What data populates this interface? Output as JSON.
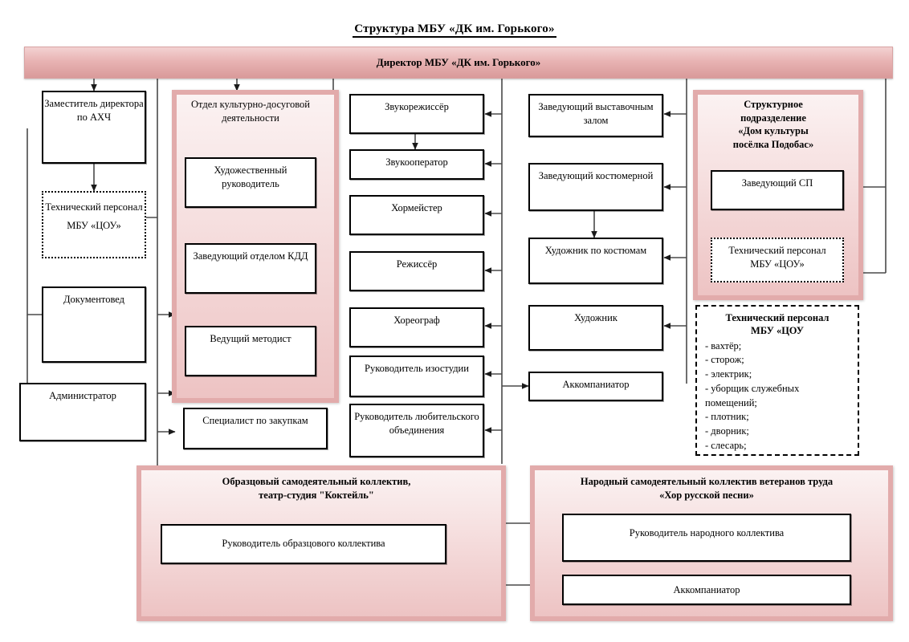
{
  "title": "Структура МБУ «ДК им. Горького»",
  "director_bar": {
    "label": "Директор МБУ «ДК им. Горького»"
  },
  "left_column": [
    {
      "label": "Заместитель директора по АХЧ"
    },
    {
      "label": "Технический персонал\n\nМБУ «ЦОУ»"
    },
    {
      "label": "Документовед"
    },
    {
      "label": "Администратор"
    },
    {
      "label": "Специалист по закупкам"
    }
  ],
  "left_boxes": {
    "deputy_director": "Заместитель директора по АХЧ",
    "technical_staff": "Технический персонал",
    "technical_staff_org": "МБУ «ЦОУ»",
    "document_manager": "Документовед",
    "administrator": "Администратор",
    "procurement_specialist": "Специалист по закупкам"
  },
  "kdd_panel": {
    "title": "Отдел культурно-досуговой деятельности",
    "boxes": [
      {
        "label": "Художественный руководитель"
      },
      {
        "label": "Заведующий отделом КДД"
      },
      {
        "label": "Ведущий методист"
      }
    ]
  },
  "middle_column": [
    {
      "label": "Звукорежиссёр"
    },
    {
      "label": "Звукооператор"
    },
    {
      "label": "Хормейстер"
    },
    {
      "label": "Режиссёр"
    },
    {
      "label": "Хореограф"
    },
    {
      "label": "Руководитель изостудии"
    },
    {
      "label": "Руководитель любительского объединения"
    }
  ],
  "fourth_column": [
    {
      "label": "Заведующий выставочным залом"
    },
    {
      "label": "Заведующий костюмерной"
    },
    {
      "label": "Художник по костюмам"
    },
    {
      "label": "Художник"
    },
    {
      "label": "Аккомпаниатор"
    }
  ],
  "subdivision_panel": {
    "title_line1": "Структурное",
    "title_line2": "подразделение",
    "title_line3": "«Дом культуры",
    "title_line4": "посёлка Подобас»",
    "head_box": "Заведующий СП",
    "technical_staff_line1": "Технический персонал",
    "technical_staff_line2": "МБУ «ЦОУ»"
  },
  "technical_staff_list": {
    "header_line1": "Технический персонал",
    "header_line2": "МБУ «ЦОУ",
    "items": [
      "- вахтёр;",
      "- сторож;",
      "- электрик;",
      "- уборщик служебных помещений;",
      "- плотник;",
      "- дворник;",
      "- слесарь;"
    ]
  },
  "exemplary_panel": {
    "title_line1": "Образцовый самодеятельный коллектив,",
    "title_line2": "театр-студия \"Коктейль\"",
    "leader_box": "Руководитель образцового коллектива"
  },
  "folk_panel": {
    "title_line1": "Народный самодеятельный коллектив ветеранов труда",
    "title_line2": "«Хор русской песни»",
    "leader_box": "Руководитель народного коллектива",
    "accompanist_box": "Аккомпаниатор"
  },
  "colors": {
    "pink_bar": "#e8b3b3",
    "pink_panel_border": "#e2abab",
    "box_border": "#000000",
    "background": "#ffffff"
  }
}
